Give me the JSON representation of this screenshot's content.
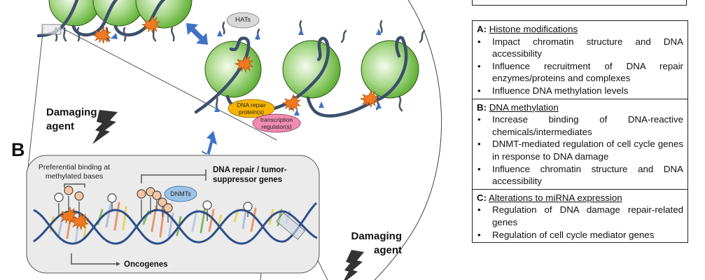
{
  "panel_b_label": "B",
  "damaging_agent_top": [
    "Damaging",
    "agent"
  ],
  "damaging_agent_bottom": [
    "Damaging",
    "agent"
  ],
  "nucleosome_labels": {
    "hats": "HATs",
    "dna_repair_proteins": "DNA repair protein(s)",
    "transcription_regulators": "transcription regulator(s)"
  },
  "panel_b": {
    "preferential_binding": "Preferential binding at methylated bases",
    "dnmts": "DNMTs",
    "dna_repair_genes": "DNA repair / tumor-suppressor genes",
    "oncogenes": "Oncogenes"
  },
  "colors": {
    "histone_green": "#7dc24b",
    "dna_strand": "#3c5a8a",
    "arrow_blue": "#3f72c4",
    "damage_orange": "#f07a22",
    "panel_bg": "#ebebeb",
    "methyl_peach": "#f6c6a2",
    "hats_gray": "#d9d9d9",
    "repair_yellow": "#f7b500",
    "transcription_pink": "#f08cb0",
    "dnmt_blue": "#9cc3e6"
  },
  "legend": {
    "sections": [
      {
        "letter": "A:",
        "title": "Histone modifications",
        "items": [
          "Impact chromatin structure and DNA accessibility",
          "Influence recruitment of DNA repair enzymes/proteins and complexes",
          "Influence DNA methylation levels"
        ]
      },
      {
        "letter": "B:",
        "title": "DNA methylation",
        "items": [
          "Increase binding of DNA-reactive chemicals/intermediates",
          "DNMT-mediated regulation of cell cycle genes in response to DNA damage",
          "Influence chromatin structure and DNA accessibility"
        ]
      },
      {
        "letter": "C:",
        "title": "Alterations to miRNA expression",
        "items": [
          "Regulation of DNA damage repair-related genes",
          "Regulation of cell cycle mediator genes"
        ]
      }
    ]
  }
}
